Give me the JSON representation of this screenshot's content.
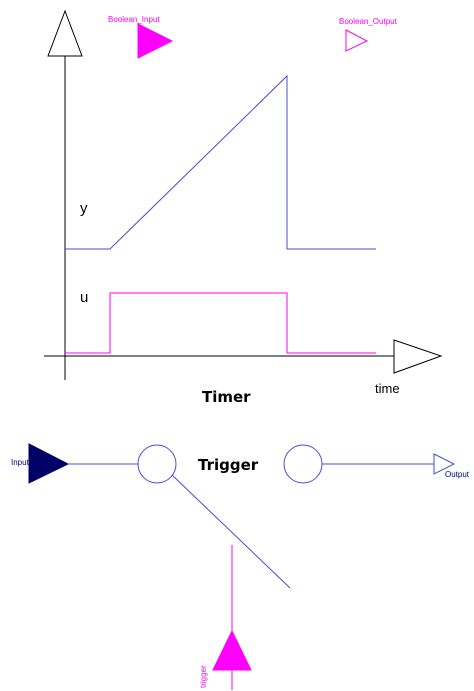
{
  "timer_icon": {
    "input_label": "Boolean_Input",
    "output_label": "Boolean_Output",
    "y_label": "y",
    "u_label": "u",
    "time_label": "time",
    "title": "Timer"
  },
  "trigger_icon": {
    "input_label": "Input",
    "output_label": "Output",
    "trigger_label": "trigger",
    "title": "Trigger"
  },
  "colors": {
    "magenta": "#ff00ff",
    "blue_line": "#4b4bd8",
    "navy": "#000066",
    "axis": "#000000",
    "output_text": "#000080"
  }
}
